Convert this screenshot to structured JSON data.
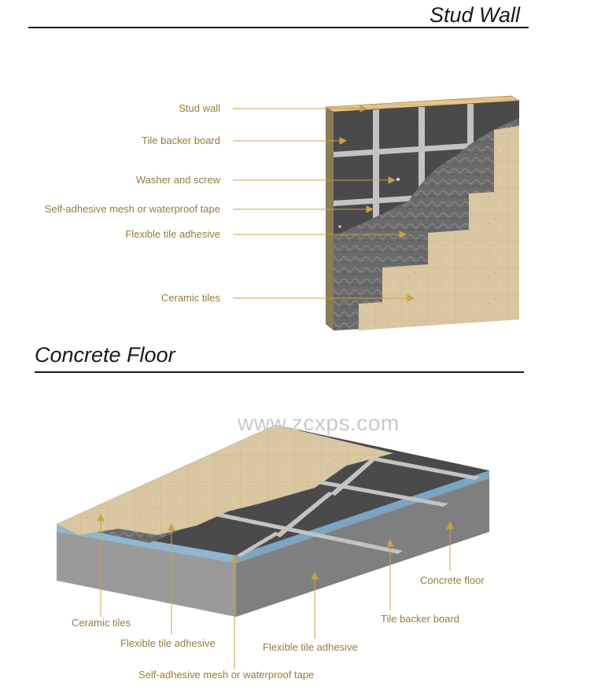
{
  "sections": {
    "stud_wall": {
      "title": "Stud Wall",
      "labels": [
        "Stud wall",
        "Tile backer  board",
        "Washer and screw",
        "Self-adhesive mesh or waterproof tape",
        "Flexible tile adhesive",
        "Ceramic tiles"
      ]
    },
    "concrete_floor": {
      "title": "Concrete Floor",
      "watermark": "www.zcxps.com",
      "labels": [
        "Concrete floor",
        "Tile backer  board",
        "Ceramic tiles",
        "Flexible tile adhesive",
        "Flexible tile adhesive",
        "Self-adhesive mesh or waterproof tape"
      ]
    }
  },
  "colors": {
    "label_text": "#9a7a3c",
    "leader_line": "#c9a04a",
    "backer_board": "#4a4a4c",
    "adhesive": "#6b6b6d",
    "ceramic_tile": "#d9c7a1",
    "mesh_tape": "#c8c8c8",
    "concrete": "#7f7f80",
    "waterproof_band": "#8fb7cf"
  }
}
